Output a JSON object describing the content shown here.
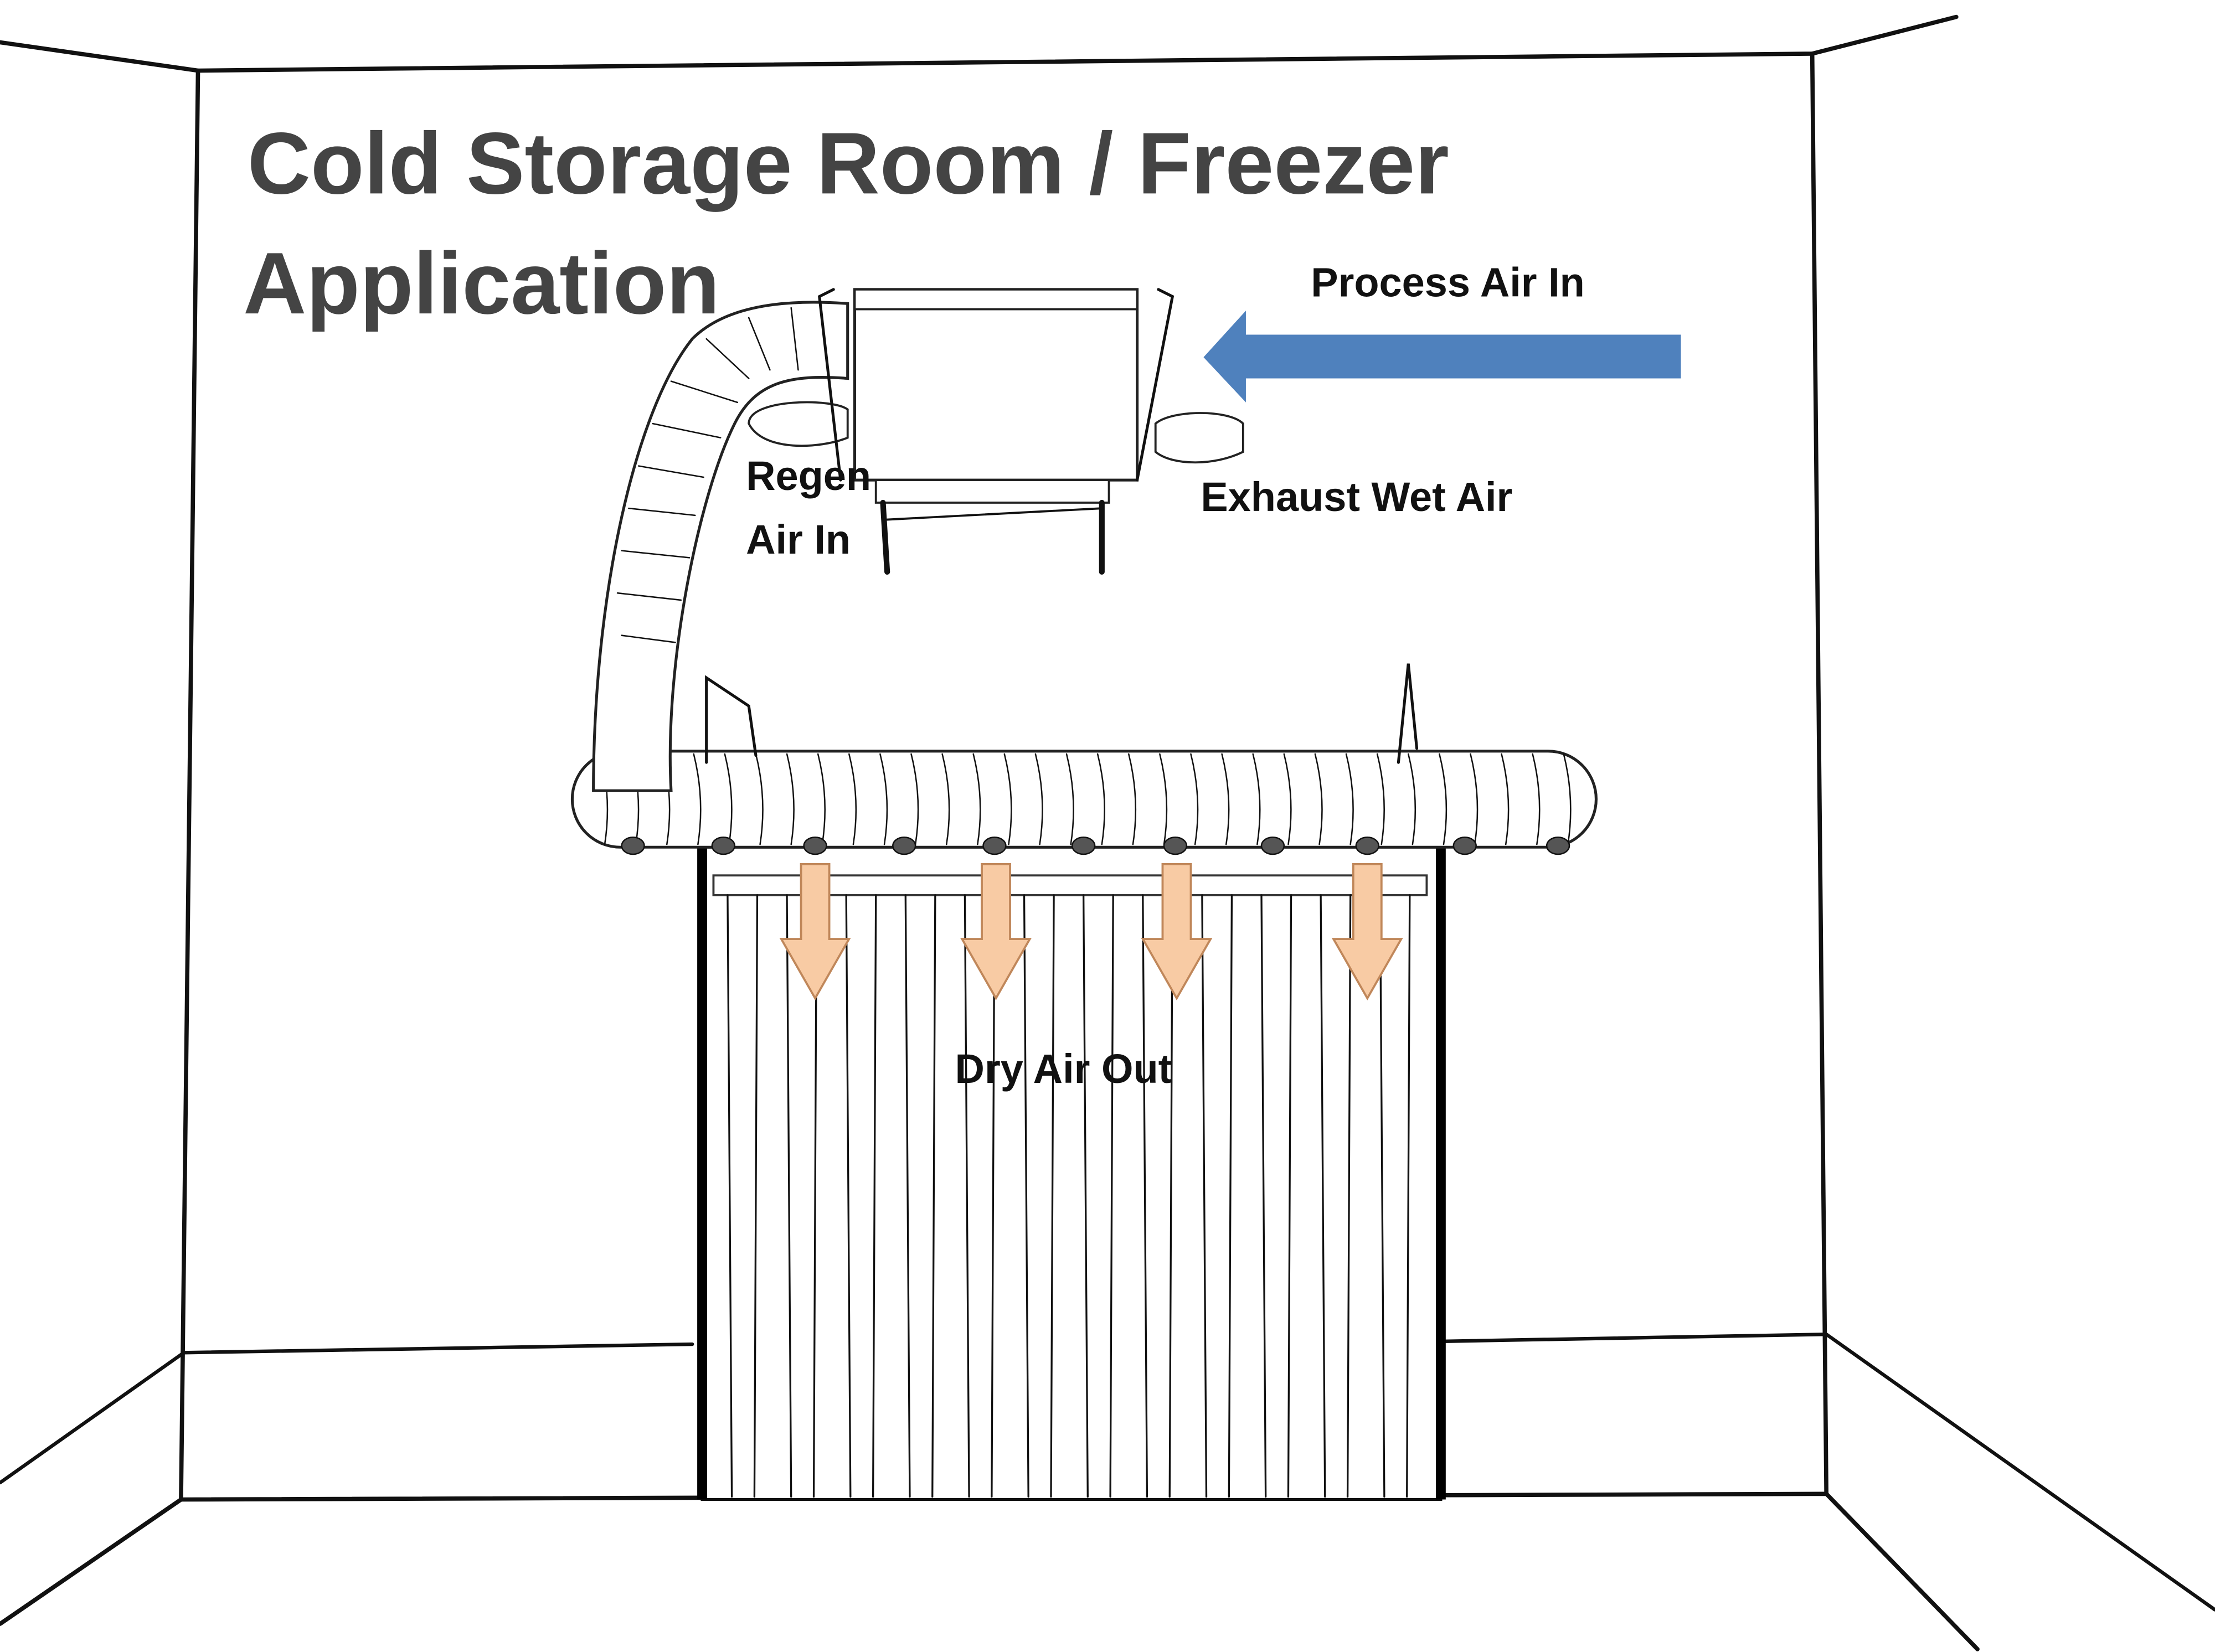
{
  "title_line1": "Cold Storage Room / Freezer",
  "title_line2": "Application",
  "labels": {
    "process_air_in": "Process Air In",
    "regen_line1": "Regen",
    "regen_line2": "Air In",
    "exhaust_wet_air": "Exhaust Wet Air",
    "dry_air_out": "Dry Air Out"
  },
  "colors": {
    "process_arrow": "#4f81bd",
    "dry_air_arrow": "#f8cba4",
    "dry_air_arrow_stroke": "#c0875a",
    "title": "#444444"
  }
}
